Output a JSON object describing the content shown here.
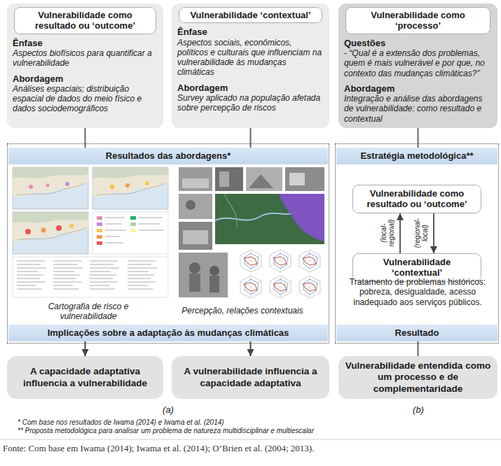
{
  "diagram": {
    "caption": "Fonte: Com base em Iwama (2014); Iwama et al. (2014); O’Brien et al. (2004; 2013).",
    "nodes": [
      {
        "text": [
          "Ênfase",
          "Aspectos biofísicos para quantificar a vulnerabilidade",
          "Abordagem",
          "Análises espaciais; distribuição espacial de dados do meio físico e dados sociodemográficos"
        ]
      },
      {
        "text": [
          "Vulnerabilidade como resultado ou ‘outcome’"
        ],
        "in": 0
      },
      {
        "text": [
          "Ênfase",
          "Aspectos sociais, econômicos, políticos e culturais que influenciam na vulnerabilidade às mudanças climáticas",
          "Abordagem",
          "Survey aplicado na população afetada sobre percepção de riscos"
        ]
      },
      {
        "text": [
          "Vulnerabilidade ‘contextual’"
        ],
        "in": 2
      },
      {
        "text": [
          "Questões",
          "- “Qual é a extensão dos problemas, quem é mais vulnerável e por que, no contexto das mudanças climáticas?”",
          "Abordagem",
          "Integração e análise das abordagens de vulnerabilidade: como resultado e contextual"
        ]
      },
      {
        "text": [
          "Vulnerabilidade como ‘processo’"
        ],
        "in": 4
      },
      {
        "text": [
          "Cartografia de risco e vulnerabilidade",
          "Percepção, relações contextuais"
        ]
      },
      {
        "text": [
          "Resultados das abordagens*"
        ],
        "in": 6
      },
      {
        "text": [
          "Implicações sobre a adaptação às mudanças climáticas"
        ],
        "in": 6
      },
      {
        "text": [
          "Tratamento de problemas históricos: pobreza, desigualdade, acesso inadequado aos serviços públicos."
        ]
      },
      {
        "text": [
          "Estratégia metodológica**"
        ],
        "in": 9
      },
      {
        "text": [
          "Vulnerabilidade como resultado ou ‘outcome’"
        ],
        "in": 9
      },
      {
        "text": [
          "Vulnerabilidade ‘contextual’"
        ],
        "in": 9
      },
      {
        "text": [
          "Resultado"
        ],
        "in": 9
      },
      {
        "text": [
          "A capacidade adaptativa influencia a vulnerabilidade"
        ]
      },
      {
        "text": [
          "A vulnerabilidade influencia a capacidade adaptativa"
        ]
      },
      {
        "text": [
          "Vulnerabilidade entendida como um processo e de complementaridade"
        ]
      }
    ],
    "edges": [
      {
        "from": 0,
        "to": 7,
        "arrow": "none"
      },
      {
        "from": 2,
        "to": 7,
        "arrow": "none"
      },
      {
        "from": 4,
        "to": 10,
        "arrow": "none"
      },
      {
        "from": 12,
        "to": 11,
        "arrow": "to",
        "label": "(local-regional)"
      },
      {
        "from": 11,
        "to": 12,
        "arrow": "to",
        "label": "(regional-local)"
      },
      {
        "from": 8,
        "to": 14,
        "arrow": "to"
      },
      {
        "from": 8,
        "to": 15,
        "arrow": "to"
      },
      {
        "from": 13,
        "to": 16,
        "arrow": "none"
      }
    ],
    "labels": [
      "(a)",
      "(b)",
      "* Com base nos resultados de Iwama (2014) e Iwama et al. (2014)",
      "** Proposta metodológica para analisar um problema de natureza multidisciplinar e multiescalar"
    ]
  }
}
